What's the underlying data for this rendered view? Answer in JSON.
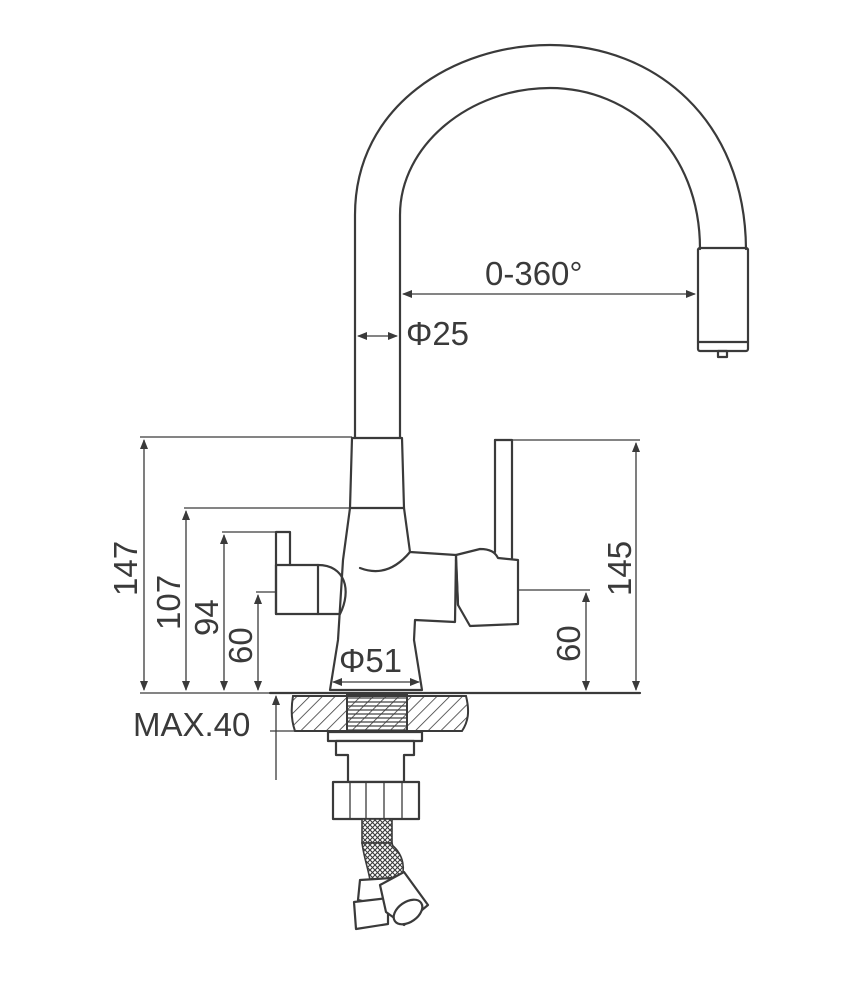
{
  "dimensions": {
    "rotation": "0-360°",
    "pipe_diameter": "Φ25",
    "base_diameter": "Φ51",
    "height_total": "147",
    "height_spout_body": "107",
    "height_handle_left": "94",
    "height_inlet_left": "60",
    "height_right_total": "145",
    "height_inlet_right": "60",
    "max_deck": "MAX.40"
  },
  "colors": {
    "line": "#3a3a3a",
    "background": "#ffffff"
  }
}
